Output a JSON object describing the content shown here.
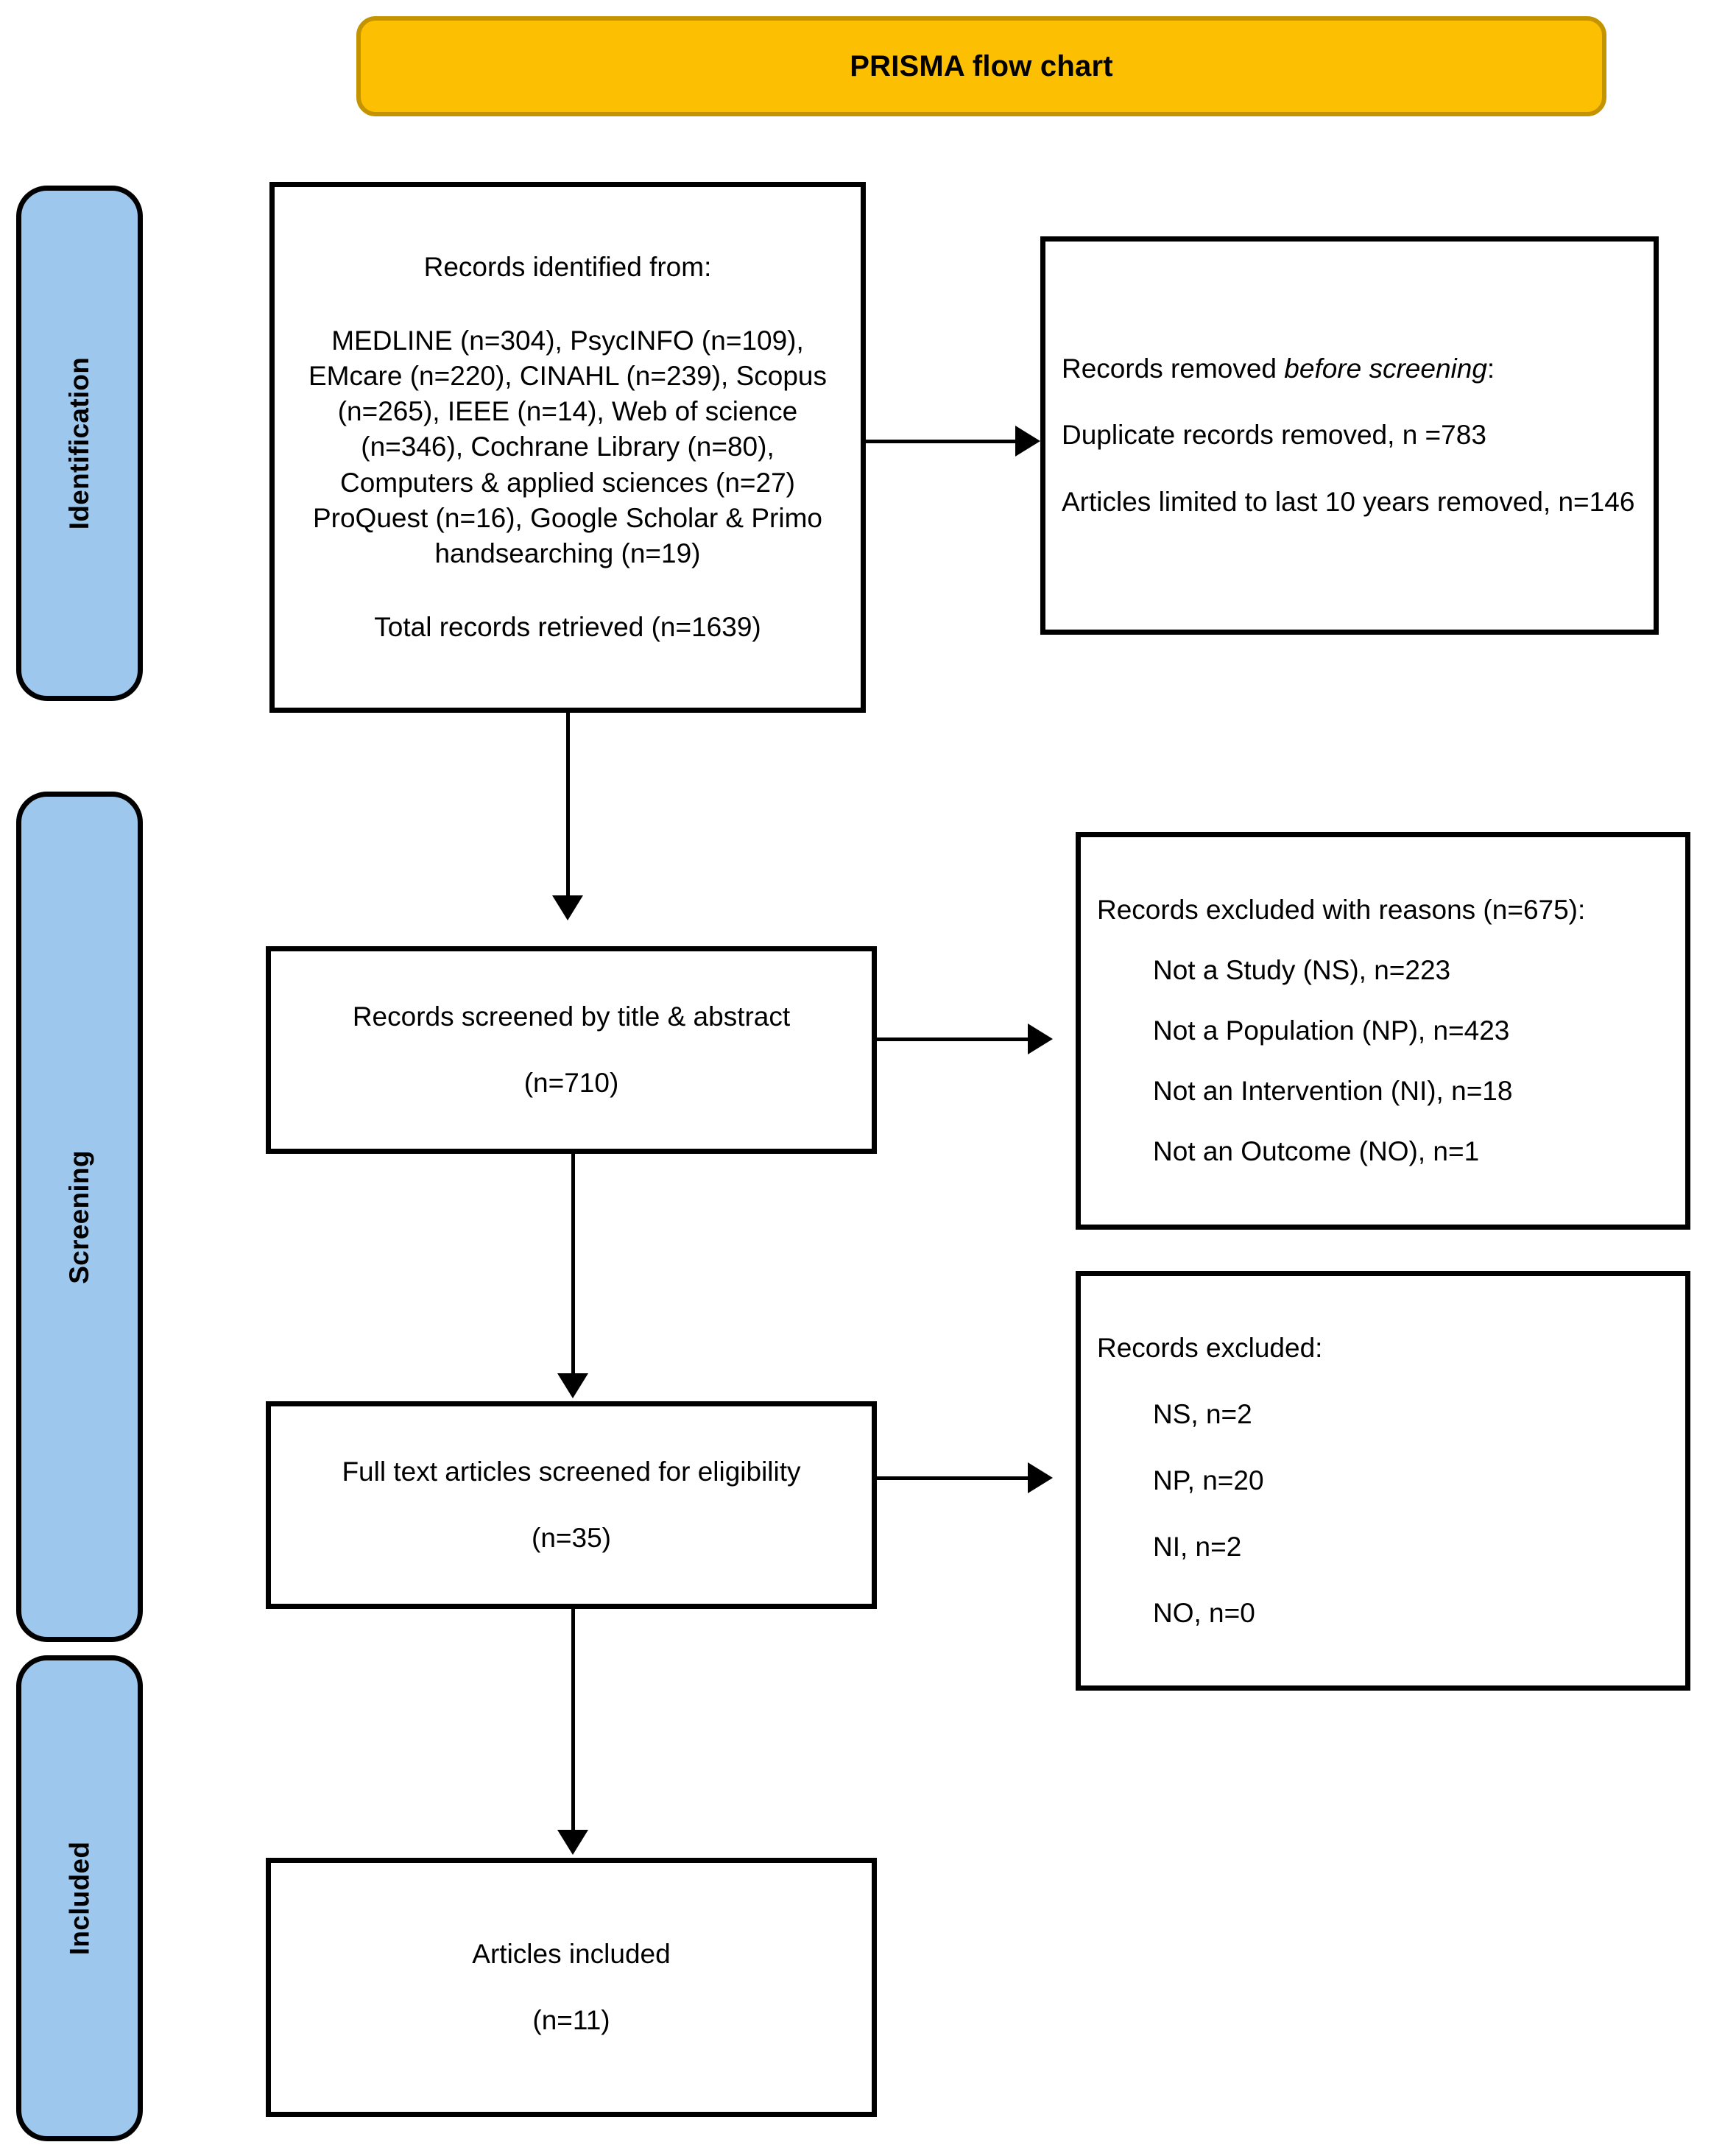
{
  "title": {
    "text": "PRISMA flow chart",
    "background": "#FCBF02",
    "border": "#C49400"
  },
  "stages": [
    {
      "id": "identification",
      "label": "Identification",
      "background": "#9DC7EC"
    },
    {
      "id": "screening",
      "label": "Screening",
      "background": "#9DC7EC"
    },
    {
      "id": "included",
      "label": "Included",
      "background": "#9DC7EC"
    }
  ],
  "boxes": {
    "identified": {
      "heading": "Records identified from:",
      "sources": "MEDLINE (n=304), PsycINFO (n=109), EMcare (n=220), CINAHL (n=239), Scopus (n=265), IEEE (n=14), Web of science (n=346), Cochrane Library (n=80), Computers & applied sciences (n=27) ProQuest (n=16), Google Scholar & Primo handsearching (n=19)",
      "total": "Total records retrieved (n=1639)"
    },
    "removed_before_screening": {
      "heading_prefix": "Records removed ",
      "heading_italic": "before screening",
      "heading_suffix": ":",
      "line_1": "Duplicate records removed, n =783",
      "line_2": "Articles limited to last 10 years removed, n=146"
    },
    "screened": {
      "line_1": "Records screened by title & abstract",
      "line_2": "(n=710)"
    },
    "excluded_with_reasons": {
      "heading": "Records excluded with reasons (n=675):",
      "items": [
        "Not a Study (NS), n=223",
        "Not a Population (NP), n=423",
        "Not an Intervention (NI), n=18",
        "Not an Outcome (NO), n=1"
      ]
    },
    "full_text": {
      "line_1": "Full text articles screened for eligibility",
      "line_2": "(n=35)"
    },
    "excluded_second": {
      "heading": "Records excluded:",
      "items": [
        "NS, n=2",
        "NP, n=20",
        "NI, n=2",
        "NO, n=0"
      ]
    },
    "included": {
      "line_1": "Articles included",
      "line_2": "(n=11)"
    }
  },
  "chart_data": {
    "type": "diagram",
    "title": "PRISMA flow chart",
    "stages": [
      "Identification",
      "Screening",
      "Included"
    ],
    "nodes": [
      {
        "id": "identified",
        "stage": "Identification",
        "total": 1639,
        "sources": [
          {
            "name": "MEDLINE",
            "n": 304
          },
          {
            "name": "PsycINFO",
            "n": 109
          },
          {
            "name": "EMcare",
            "n": 220
          },
          {
            "name": "CINAHL",
            "n": 239
          },
          {
            "name": "Scopus",
            "n": 265
          },
          {
            "name": "IEEE",
            "n": 14
          },
          {
            "name": "Web of science",
            "n": 346
          },
          {
            "name": "Cochrane Library",
            "n": 80
          },
          {
            "name": "Computers & applied sciences",
            "n": 27
          },
          {
            "name": "ProQuest",
            "n": 16
          },
          {
            "name": "Google Scholar & Primo handsearching",
            "n": 19
          }
        ]
      },
      {
        "id": "removed_before_screening",
        "stage": "Identification",
        "reasons": [
          {
            "name": "Duplicate records removed",
            "n": 783
          },
          {
            "name": "Articles limited to last 10 years removed",
            "n": 146
          }
        ]
      },
      {
        "id": "screened",
        "stage": "Screening",
        "n": 710
      },
      {
        "id": "excluded_with_reasons",
        "stage": "Screening",
        "n": 675,
        "reasons": [
          {
            "name": "Not a Study (NS)",
            "n": 223
          },
          {
            "name": "Not a Population (NP)",
            "n": 423
          },
          {
            "name": "Not an Intervention (NI)",
            "n": 18
          },
          {
            "name": "Not an Outcome (NO)",
            "n": 1
          }
        ]
      },
      {
        "id": "full_text",
        "stage": "Screening",
        "n": 35
      },
      {
        "id": "excluded_second",
        "stage": "Screening",
        "reasons": [
          {
            "name": "NS",
            "n": 2
          },
          {
            "name": "NP",
            "n": 20
          },
          {
            "name": "NI",
            "n": 2
          },
          {
            "name": "NO",
            "n": 0
          }
        ]
      },
      {
        "id": "included",
        "stage": "Included",
        "n": 11
      }
    ],
    "edges": [
      {
        "from": "identified",
        "to": "removed_before_screening",
        "direction": "right"
      },
      {
        "from": "identified",
        "to": "screened",
        "direction": "down"
      },
      {
        "from": "screened",
        "to": "excluded_with_reasons",
        "direction": "right"
      },
      {
        "from": "screened",
        "to": "full_text",
        "direction": "down"
      },
      {
        "from": "full_text",
        "to": "excluded_second",
        "direction": "right"
      },
      {
        "from": "full_text",
        "to": "included",
        "direction": "down"
      }
    ]
  }
}
